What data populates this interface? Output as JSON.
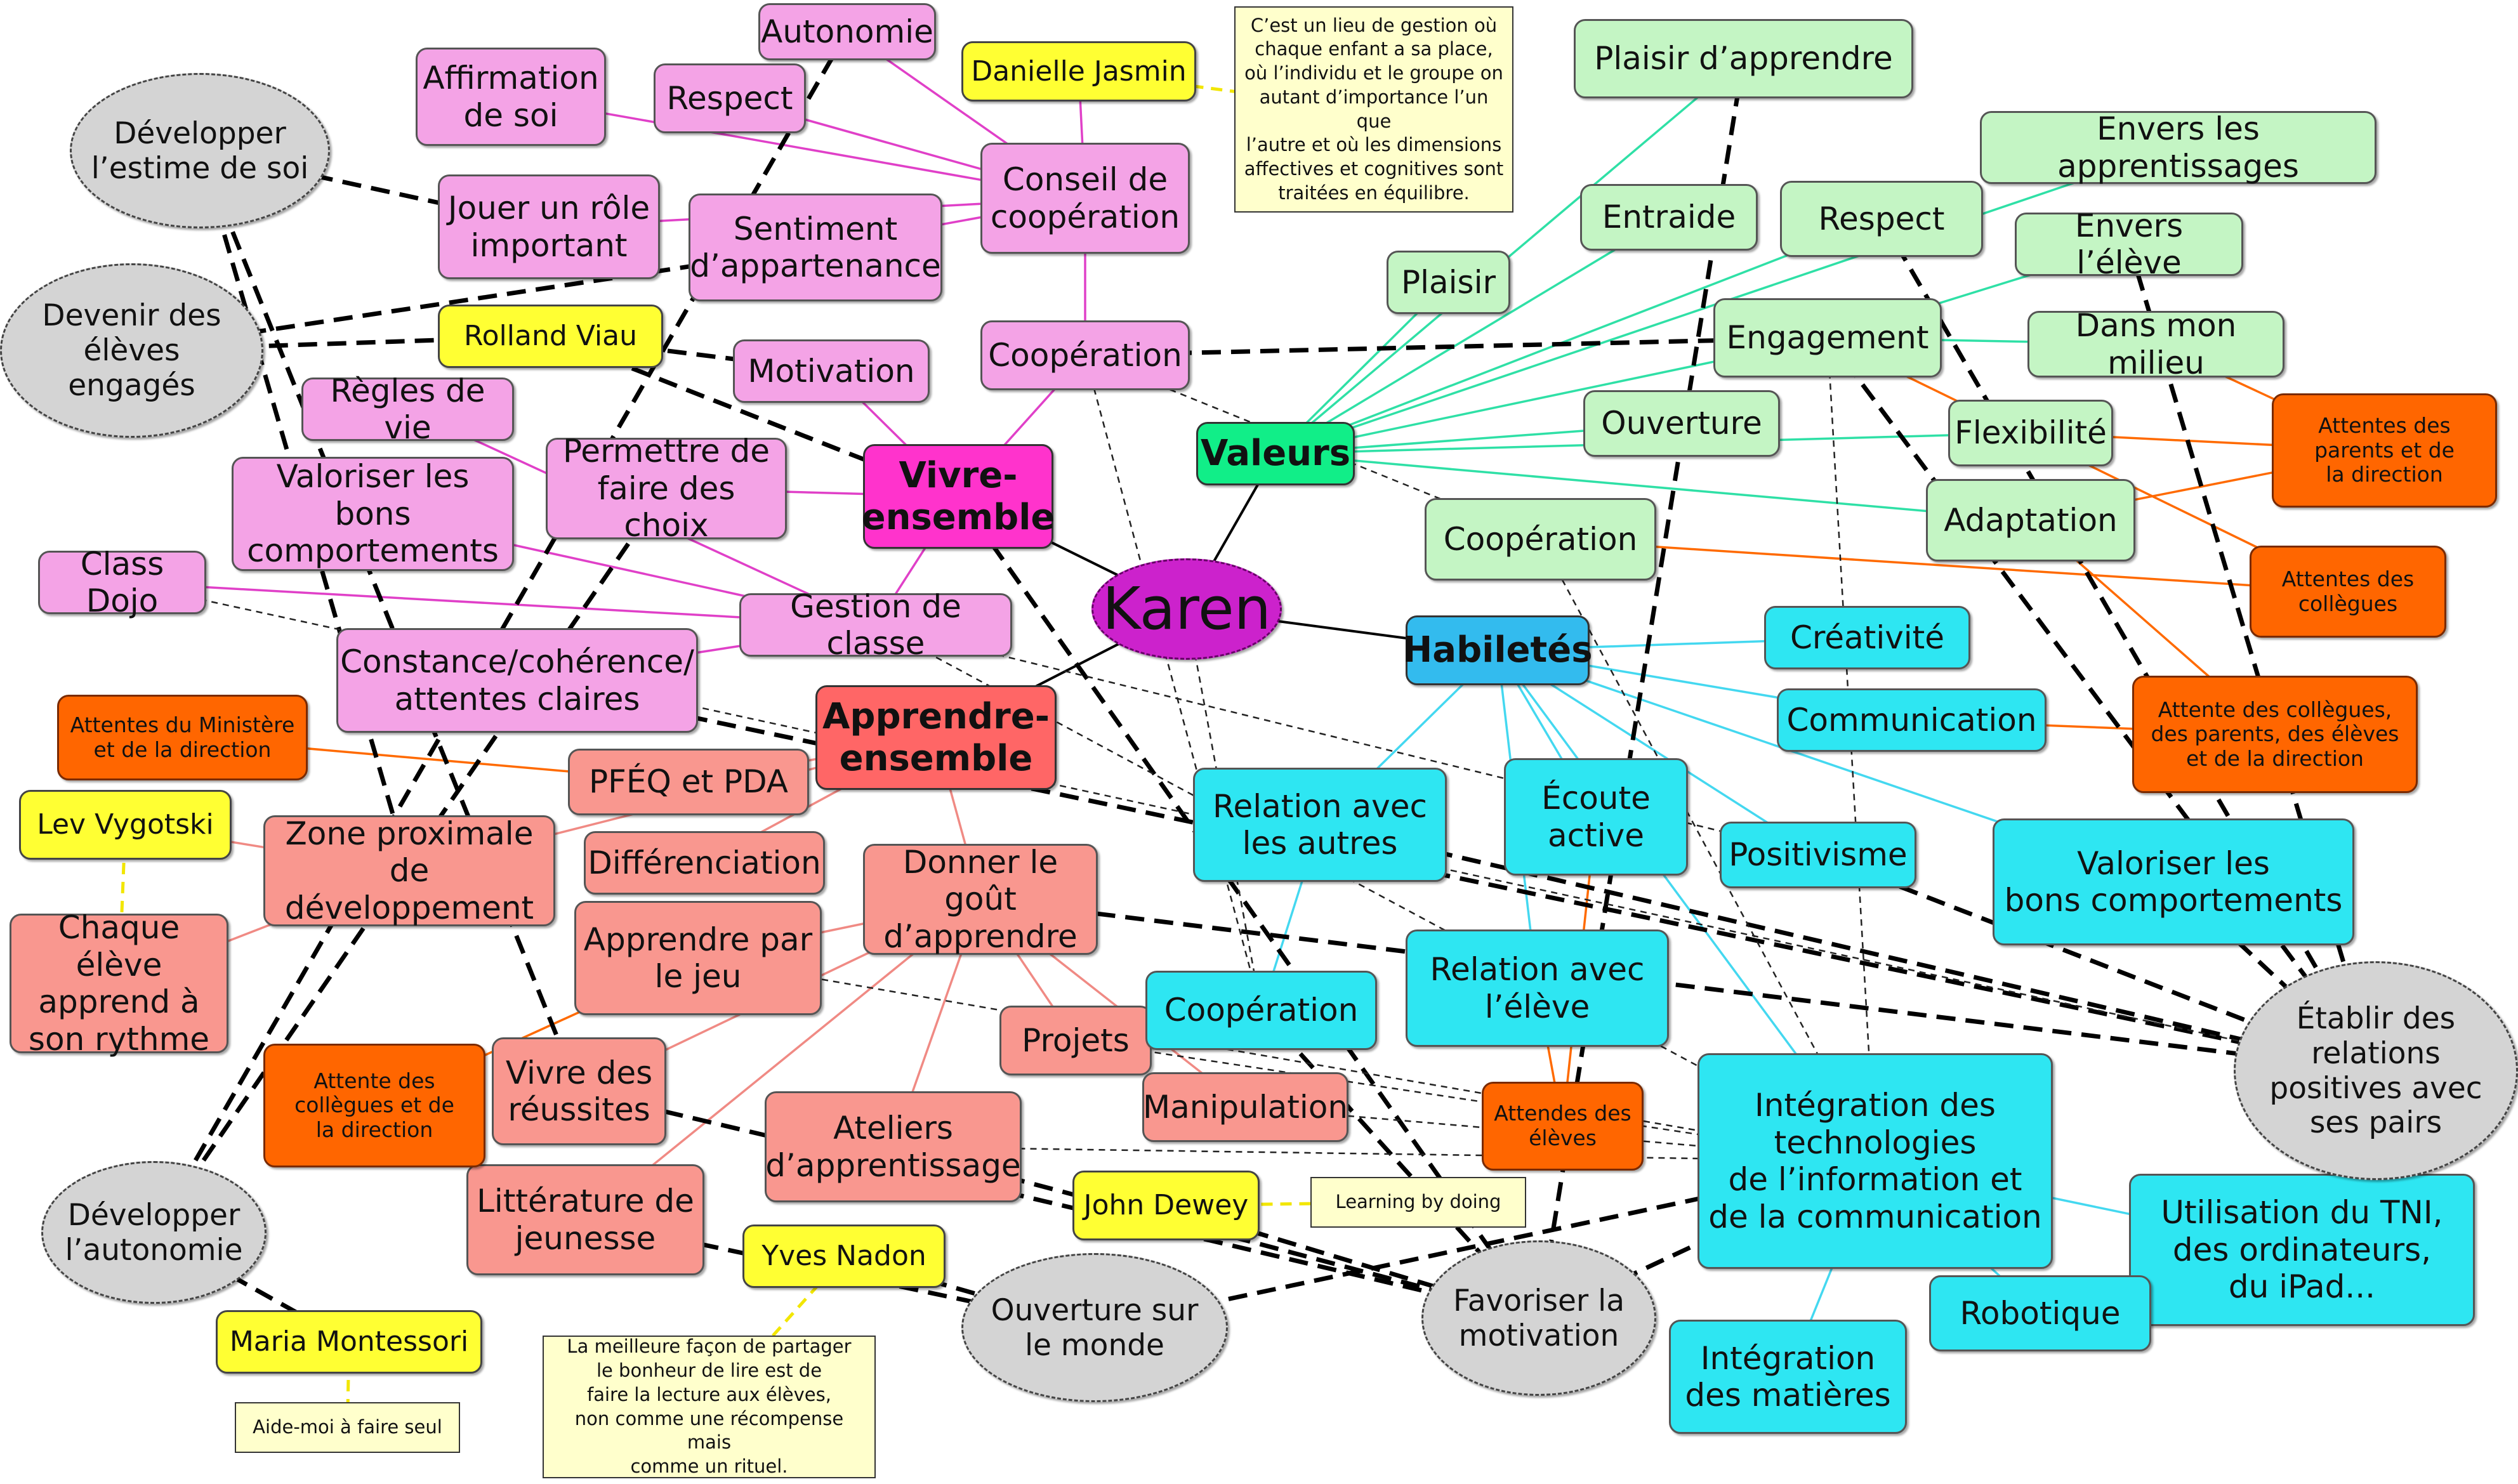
{
  "nodes": [
    {
      "id": "karen",
      "label": "Karen",
      "kind": "center",
      "color": "#cc22cc"
    },
    {
      "id": "vivre",
      "label": "Vivre-\nensemble",
      "kind": "category",
      "color": "#ff33cc"
    },
    {
      "id": "autonomie",
      "label": "Autonomie",
      "kind": "concept",
      "color": "#f4a3e6"
    },
    {
      "id": "affirmation",
      "label": "Affirmation\nde soi",
      "kind": "concept",
      "color": "#f4a3e6"
    },
    {
      "id": "respect_p",
      "label": "Respect",
      "kind": "concept",
      "color": "#f4a3e6"
    },
    {
      "id": "conseil",
      "label": "Conseil de\ncoopération",
      "kind": "concept",
      "color": "#f4a3e6"
    },
    {
      "id": "jouer",
      "label": "Jouer un rôle\nimportant",
      "kind": "concept",
      "color": "#f4a3e6"
    },
    {
      "id": "sentiment",
      "label": "Sentiment\nd’appartenance",
      "kind": "concept",
      "color": "#f4a3e6"
    },
    {
      "id": "motivation",
      "label": "Motivation",
      "kind": "concept",
      "color": "#f4a3e6"
    },
    {
      "id": "coop_p",
      "label": "Coopération",
      "kind": "concept",
      "color": "#f4a3e6"
    },
    {
      "id": "regles",
      "label": "Règles de vie",
      "kind": "concept",
      "color": "#f4a3e6"
    },
    {
      "id": "permettre",
      "label": "Permettre de\nfaire des choix",
      "kind": "concept",
      "color": "#f4a3e6"
    },
    {
      "id": "valoriser_p",
      "label": "Valoriser les bons\ncomportements",
      "kind": "concept",
      "color": "#f4a3e6"
    },
    {
      "id": "classdojo",
      "label": "Class Dojo",
      "kind": "concept",
      "color": "#f4a3e6"
    },
    {
      "id": "gestion",
      "label": "Gestion de classe",
      "kind": "concept",
      "color": "#f4a3e6"
    },
    {
      "id": "constance",
      "label": "Constance/cohérence/\nattentes claires",
      "kind": "concept",
      "color": "#f4a3e6"
    },
    {
      "id": "apprendre",
      "label": "Apprendre-\nensemble",
      "kind": "category",
      "color": "#ff6666"
    },
    {
      "id": "pfeq",
      "label": "PFÉQ et PDA",
      "kind": "concept",
      "color": "#f9978f"
    },
    {
      "id": "zone",
      "label": "Zone proximale\nde développement",
      "kind": "concept",
      "color": "#f9978f"
    },
    {
      "id": "differenciation",
      "label": "Différenciation",
      "kind": "concept",
      "color": "#f9978f"
    },
    {
      "id": "donner",
      "label": "Donner le goût\nd’apprendre",
      "kind": "concept",
      "color": "#f9978f"
    },
    {
      "id": "chaque",
      "label": "Chaque élève\napprend à\nson rythme",
      "kind": "concept",
      "color": "#f9978f"
    },
    {
      "id": "jeu",
      "label": "Apprendre par\nle jeu",
      "kind": "concept",
      "color": "#f9978f"
    },
    {
      "id": "projets",
      "label": "Projets",
      "kind": "concept",
      "color": "#f9978f"
    },
    {
      "id": "reussites",
      "label": "Vivre des\nréussites",
      "kind": "concept",
      "color": "#f9978f"
    },
    {
      "id": "manipulation",
      "label": "Manipulation",
      "kind": "concept",
      "color": "#f9978f"
    },
    {
      "id": "ateliers",
      "label": "Ateliers\nd’apprentissage",
      "kind": "concept",
      "color": "#f9978f"
    },
    {
      "id": "litterature",
      "label": "Littérature de\njeunesse",
      "kind": "concept",
      "color": "#f9978f"
    },
    {
      "id": "valeurs",
      "label": "Valeurs",
      "kind": "category",
      "color": "#11ee88"
    },
    {
      "id": "plaisir_app",
      "label": "Plaisir d’apprendre",
      "kind": "concept",
      "color": "#c4f5c4"
    },
    {
      "id": "entraide",
      "label": "Entraide",
      "kind": "concept",
      "color": "#c4f5c4"
    },
    {
      "id": "respect_g",
      "label": "Respect",
      "kind": "concept",
      "color": "#c4f5c4"
    },
    {
      "id": "plaisir",
      "label": "Plaisir",
      "kind": "concept",
      "color": "#c4f5c4"
    },
    {
      "id": "envers_app",
      "label": "Envers les apprentissages",
      "kind": "concept",
      "color": "#c4f5c4"
    },
    {
      "id": "envers_eleve",
      "label": "Envers l’élève",
      "kind": "concept",
      "color": "#c4f5c4"
    },
    {
      "id": "engagement",
      "label": "Engagement",
      "kind": "concept",
      "color": "#c4f5c4"
    },
    {
      "id": "milieu",
      "label": "Dans mon milieu",
      "kind": "concept",
      "color": "#c4f5c4"
    },
    {
      "id": "ouverture",
      "label": "Ouverture",
      "kind": "concept",
      "color": "#c4f5c4"
    },
    {
      "id": "flexibilite",
      "label": "Flexibilité",
      "kind": "concept",
      "color": "#c4f5c4"
    },
    {
      "id": "adaptation",
      "label": "Adaptation",
      "kind": "concept",
      "color": "#c4f5c4"
    },
    {
      "id": "coop_g",
      "label": "Coopération",
      "kind": "concept",
      "color": "#c4f5c4"
    },
    {
      "id": "habiletes",
      "label": "Habiletés",
      "kind": "category",
      "color": "#33bbee"
    },
    {
      "id": "creativite",
      "label": "Créativité",
      "kind": "concept",
      "color": "#2ee6f2"
    },
    {
      "id": "communication",
      "label": "Communication",
      "kind": "concept",
      "color": "#2ee6f2"
    },
    {
      "id": "relation_autres",
      "label": "Relation avec\nles autres",
      "kind": "concept",
      "color": "#2ee6f2"
    },
    {
      "id": "ecoute",
      "label": "Écoute\nactive",
      "kind": "concept",
      "color": "#2ee6f2"
    },
    {
      "id": "positivisme",
      "label": "Positivisme",
      "kind": "concept",
      "color": "#2ee6f2"
    },
    {
      "id": "valoriser_c",
      "label": "Valoriser les\nbons comportements",
      "kind": "concept",
      "color": "#2ee6f2"
    },
    {
      "id": "coop_c",
      "label": "Coopération",
      "kind": "concept",
      "color": "#2ee6f2"
    },
    {
      "id": "relation_eleve",
      "label": "Relation avec\nl’élève",
      "kind": "concept",
      "color": "#2ee6f2"
    },
    {
      "id": "integration_tic",
      "label": "Intégration des\ntechnologies\nde l’information et\nde la communication",
      "kind": "concept",
      "color": "#2ee6f2"
    },
    {
      "id": "utilisation",
      "label": "Utilisation du TNI,\ndes ordinateurs,\ndu iPad...",
      "kind": "concept",
      "color": "#2ee6f2"
    },
    {
      "id": "robotique",
      "label": "Robotique",
      "kind": "concept",
      "color": "#2ee6f2"
    },
    {
      "id": "integration_mat",
      "label": "Intégration\ndes matières",
      "kind": "concept",
      "color": "#2ee6f2"
    },
    {
      "id": "danielle",
      "label": "Danielle Jasmin",
      "kind": "author",
      "color": "#ffff33"
    },
    {
      "id": "rolland",
      "label": "Rolland Viau",
      "kind": "author",
      "color": "#ffff33"
    },
    {
      "id": "vygotski",
      "label": "Lev Vygotski",
      "kind": "author",
      "color": "#ffff33"
    },
    {
      "id": "dewey",
      "label": "John Dewey",
      "kind": "author",
      "color": "#ffff33"
    },
    {
      "id": "nadon",
      "label": "Yves Nadon",
      "kind": "author",
      "color": "#ffff33"
    },
    {
      "id": "montessori",
      "label": "Maria Montessori",
      "kind": "author",
      "color": "#ffff33"
    },
    {
      "id": "note_jasmin",
      "label": "C’est un lieu de gestion où\nchaque enfant a sa place,\noù l’individu et le groupe on\nautant d’importance l’un que\nl’autre et où les dimensions\naffectives et cognitives sont\ntraitées en équilibre.",
      "kind": "note",
      "color": "#ffffcc"
    },
    {
      "id": "note_dewey",
      "label": "Learning by doing",
      "kind": "note",
      "color": "#ffffcc"
    },
    {
      "id": "note_nadon",
      "label": "La meilleure façon de partager\nle bonheur de lire est de\nfaire la lecture aux élèves,\nnon comme une récompense mais\ncomme un rituel.",
      "kind": "note",
      "color": "#ffffcc"
    },
    {
      "id": "note_montessori",
      "label": "Aide-moi à faire seul",
      "kind": "note",
      "color": "#ffffcc"
    },
    {
      "id": "att_ministere",
      "label": "Attentes du Ministère\net de la direction",
      "kind": "expect",
      "color": "#ff6600"
    },
    {
      "id": "att_parents",
      "label": "Attentes des\nparents et de\nla direction",
      "kind": "expect",
      "color": "#ff6600"
    },
    {
      "id": "att_collegues",
      "label": "Attentes des\ncollègues",
      "kind": "expect",
      "color": "#ff6600"
    },
    {
      "id": "att_cpe",
      "label": "Attente des collègues,\ndes parents, des élèves\net de la direction",
      "kind": "expect",
      "color": "#ff6600"
    },
    {
      "id": "att_coll_dir",
      "label": "Attente des\ncollègues et de\nla direction",
      "kind": "expect",
      "color": "#ff6600"
    },
    {
      "id": "att_eleves",
      "label": "Attendes des\nélèves",
      "kind": "expect",
      "color": "#ff6600"
    },
    {
      "id": "estime",
      "label": "Développer\nl’estime de soi",
      "kind": "goal",
      "color": "#d4d4d4"
    },
    {
      "id": "engages",
      "label": "Devenir des\nélèves\nengagés",
      "kind": "goal",
      "color": "#d4d4d4"
    },
    {
      "id": "autonomie_g",
      "label": "Développer\nl’autonomie",
      "kind": "goal",
      "color": "#d4d4d4"
    },
    {
      "id": "ouverture_monde",
      "label": "Ouverture sur\nle monde",
      "kind": "goal",
      "color": "#d4d4d4"
    },
    {
      "id": "favoriser",
      "label": "Favoriser la\nmotivation",
      "kind": "goal",
      "color": "#d4d4d4"
    },
    {
      "id": "relations",
      "label": "Établir des\nrelations\npositives avec\nses pairs",
      "kind": "goal",
      "color": "#d4d4d4"
    }
  ],
  "edges": [
    [
      "karen",
      "vivre",
      "solid"
    ],
    [
      "karen",
      "apprendre",
      "solid"
    ],
    [
      "karen",
      "valeurs",
      "solid"
    ],
    [
      "karen",
      "habiletes",
      "solid"
    ],
    [
      "vivre",
      "motivation",
      "solid"
    ],
    [
      "vivre",
      "coop_p",
      "solid"
    ],
    [
      "vivre",
      "gestion",
      "solid"
    ],
    [
      "vivre",
      "permettre",
      "solid"
    ],
    [
      "conseil",
      "autonomie",
      "solid"
    ],
    [
      "conseil",
      "affirmation",
      "solid"
    ],
    [
      "conseil",
      "respect_p",
      "solid"
    ],
    [
      "conseil",
      "jouer",
      "solid"
    ],
    [
      "conseil",
      "sentiment",
      "solid"
    ],
    [
      "conseil",
      "coop_p",
      "solid"
    ],
    [
      "conseil",
      "danielle",
      "solid"
    ],
    [
      "danielle",
      "note_jasmin",
      "dashed"
    ],
    [
      "gestion",
      "valoriser_p",
      "solid"
    ],
    [
      "gestion",
      "classdojo",
      "solid"
    ],
    [
      "gestion",
      "constance",
      "solid"
    ],
    [
      "gestion",
      "regles",
      "solid"
    ],
    [
      "apprendre",
      "pfeq",
      "solid"
    ],
    [
      "apprendre",
      "differenciation",
      "solid"
    ],
    [
      "apprendre",
      "donner",
      "solid"
    ],
    [
      "apprendre",
      "zone",
      "solid"
    ],
    [
      "zone",
      "chaque",
      "solid"
    ],
    [
      "zone",
      "vygotski",
      "solid"
    ],
    [
      "vygotski",
      "chaque",
      "dashed"
    ],
    [
      "donner",
      "jeu",
      "solid"
    ],
    [
      "donner",
      "projets",
      "solid"
    ],
    [
      "donner",
      "manipulation",
      "solid"
    ],
    [
      "donner",
      "ateliers",
      "solid"
    ],
    [
      "donner",
      "litterature",
      "solid"
    ],
    [
      "donner",
      "reussites",
      "solid"
    ],
    [
      "dewey",
      "note_dewey",
      "dashed"
    ],
    [
      "nadon",
      "note_nadon",
      "dashed"
    ],
    [
      "montessori",
      "note_montessori",
      "dashed"
    ],
    [
      "valeurs",
      "plaisir_app",
      "solid"
    ],
    [
      "valeurs",
      "entraide",
      "solid"
    ],
    [
      "valeurs",
      "respect_g",
      "solid"
    ],
    [
      "valeurs",
      "plaisir",
      "solid"
    ],
    [
      "valeurs",
      "engagement",
      "solid"
    ],
    [
      "valeurs",
      "ouverture",
      "solid"
    ],
    [
      "valeurs",
      "flexibilite",
      "solid"
    ],
    [
      "valeurs",
      "adaptation",
      "solid"
    ],
    [
      "valeurs",
      "envers_app",
      "solid"
    ],
    [
      "engagement",
      "envers_eleve",
      "solid"
    ],
    [
      "engagement",
      "milieu",
      "solid"
    ],
    [
      "habiletes",
      "creativite",
      "solid"
    ],
    [
      "habiletes",
      "communication",
      "solid"
    ],
    [
      "habiletes",
      "relation_autres",
      "solid"
    ],
    [
      "habiletes",
      "ecoute",
      "solid"
    ],
    [
      "habiletes",
      "positivisme",
      "solid"
    ],
    [
      "habiletes",
      "valoriser_c",
      "solid"
    ],
    [
      "habiletes",
      "relation_eleve",
      "solid"
    ],
    [
      "habiletes",
      "integration_tic",
      "solid"
    ],
    [
      "relation_autres",
      "coop_c",
      "solid"
    ],
    [
      "integration_tic",
      "utilisation",
      "solid"
    ],
    [
      "integration_tic",
      "robotique",
      "solid"
    ],
    [
      "integration_tic",
      "integration_mat",
      "solid"
    ],
    [
      "att_ministere",
      "pfeq",
      "orange"
    ],
    [
      "att_parents",
      "flexibilite",
      "orange"
    ],
    [
      "att_parents",
      "adaptation",
      "orange"
    ],
    [
      "att_parents",
      "milieu",
      "orange"
    ],
    [
      "att_collegues",
      "coop_g",
      "orange"
    ],
    [
      "att_collegues",
      "engagement",
      "orange"
    ],
    [
      "att_cpe",
      "communication",
      "orange"
    ],
    [
      "att_cpe",
      "adaptation",
      "orange"
    ],
    [
      "att_coll_dir",
      "jeu",
      "orange"
    ],
    [
      "att_eleves",
      "ecoute",
      "orange"
    ],
    [
      "att_eleves",
      "relation_eleve",
      "orange"
    ],
    [
      "motivation",
      "rolland",
      "heavy"
    ],
    [
      "rolland",
      "engages",
      "heavy"
    ],
    [
      "rolland",
      "vivre",
      "heavy"
    ],
    [
      "coop_p",
      "engagement",
      "heavy"
    ],
    [
      "estime",
      "jouer",
      "heavy"
    ],
    [
      "estime",
      "reussites",
      "heavy"
    ],
    [
      "estime",
      "zone",
      "heavy"
    ],
    [
      "engages",
      "sentiment",
      "heavy"
    ],
    [
      "autonomie",
      "autonomie_g",
      "heavy"
    ],
    [
      "autonomie_g",
      "montessori",
      "heavy"
    ],
    [
      "autonomie_g",
      "permettre",
      "heavy"
    ],
    [
      "vivre",
      "favoriser",
      "heavy"
    ],
    [
      "donner",
      "relations",
      "heavy"
    ],
    [
      "constance",
      "relations",
      "heavy"
    ],
    [
      "relation_autres",
      "relations",
      "heavy"
    ],
    [
      "positivisme",
      "relations",
      "heavy"
    ],
    [
      "valoriser_c",
      "relations",
      "heavy"
    ],
    [
      "respect_g",
      "relations",
      "heavy"
    ],
    [
      "envers_eleve",
      "relations",
      "heavy"
    ],
    [
      "engagement",
      "relations",
      "heavy"
    ],
    [
      "plaisir_app",
      "favoriser",
      "heavy"
    ],
    [
      "integration_tic",
      "ouverture_monde",
      "heavy"
    ],
    [
      "ateliers",
      "favoriser",
      "heavy"
    ],
    [
      "dewey",
      "favoriser",
      "heavy"
    ],
    [
      "reussites",
      "favoriser",
      "heavy"
    ],
    [
      "nadon",
      "ouverture_monde",
      "heavy"
    ],
    [
      "coop_c",
      "favoriser",
      "heavy"
    ],
    [
      "litterature",
      "ouverture_monde",
      "heavy"
    ],
    [
      "integration_tic",
      "favoriser",
      "heavy"
    ],
    [
      "coop_p",
      "coop_c",
      "thin"
    ],
    [
      "coop_p",
      "coop_g",
      "thin"
    ],
    [
      "karen",
      "coop_c",
      "thin"
    ],
    [
      "gestion",
      "integration_tic",
      "thin"
    ],
    [
      "engagement",
      "integration_tic",
      "thin"
    ],
    [
      "jeu",
      "integration_tic",
      "thin"
    ],
    [
      "projets",
      "integration_tic",
      "thin"
    ],
    [
      "ateliers",
      "integration_tic",
      "thin"
    ],
    [
      "manipulation",
      "integration_tic",
      "thin"
    ],
    [
      "classdojo",
      "relations",
      "thin"
    ],
    [
      "gestion",
      "positivisme",
      "thin"
    ],
    [
      "coop_g",
      "integration_tic",
      "thin"
    ]
  ]
}
